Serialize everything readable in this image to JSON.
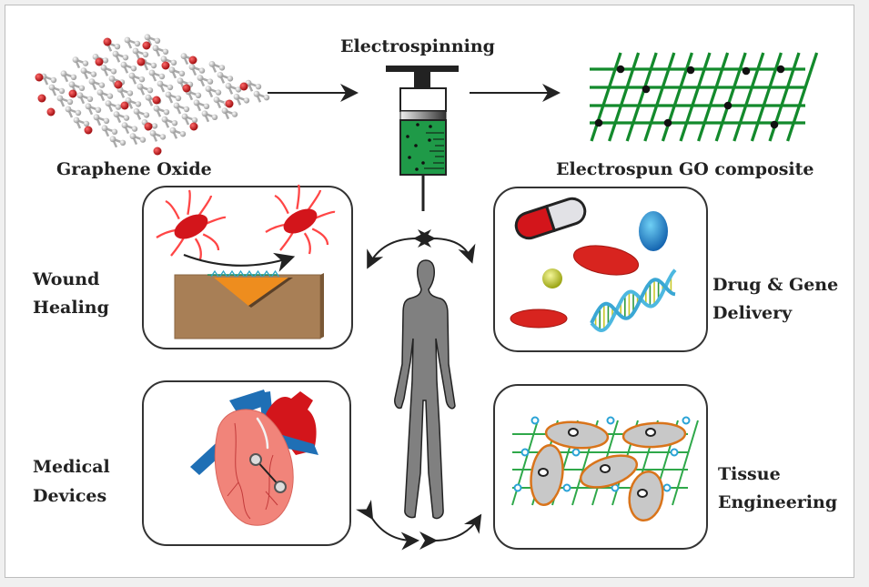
{
  "diagram": {
    "labels": {
      "graphene_oxide": "Graphene Oxide",
      "electrospinning": "Electrospinning",
      "composite": "Electrospun GO composite",
      "wound_1": "Wound",
      "wound_2": "Healing",
      "drug_1": "Drug & Gene",
      "drug_2": "Delivery",
      "medical_1": "Medical",
      "medical_2": "Devices",
      "tissue_1": "Tissue",
      "tissue_2": "Engineering"
    },
    "colors": {
      "graphene_carbon": "#b9b9b9",
      "graphene_oxygen": "#c0191c",
      "fiber_green": "#138a2c",
      "syringe_liquid": "#1f9a48",
      "bacteria_red": "#d3151b",
      "skin_brown": "#a87f56",
      "wound_orange": "#ee8d1e",
      "heart_pink": "#f1847a",
      "vessel_blue": "#1f6fb5",
      "cell_gray": "#c8c8c8",
      "cell_outline": "#d9741b",
      "human_gray": "#808080"
    },
    "applications": [
      "Wound Healing",
      "Drug & Gene Delivery",
      "Medical Devices",
      "Tissue Engineering"
    ]
  }
}
